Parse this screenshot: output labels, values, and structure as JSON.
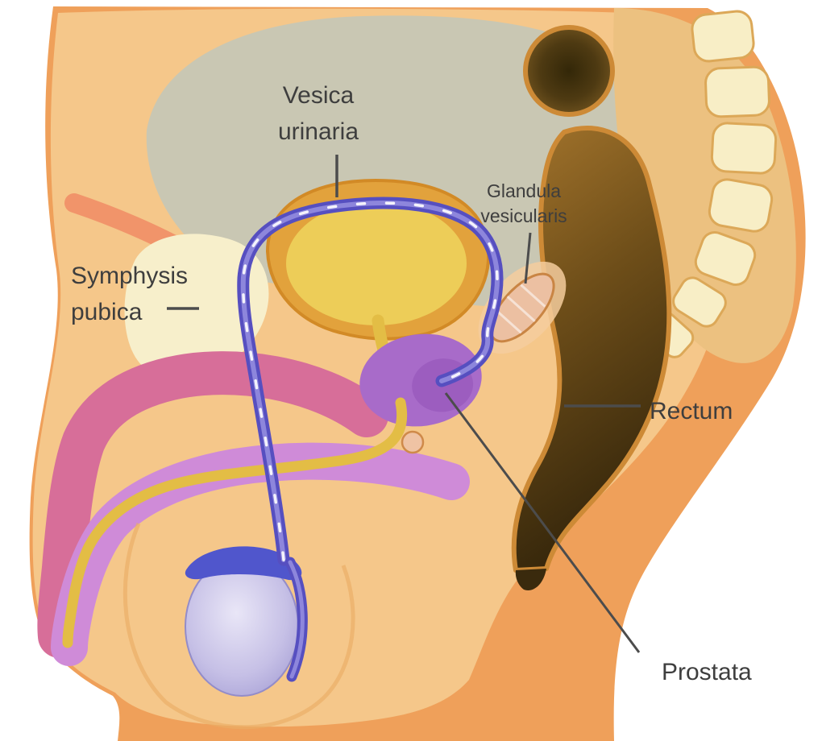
{
  "diagram": {
    "labels": {
      "vesica_urinaria": {
        "line1": "Vesica",
        "line2": "urinaria"
      },
      "glandula_vesicularis": {
        "line1": "Glandula",
        "line2": "vesicularis"
      },
      "symphysis_pubica": {
        "line1": "Symphysis",
        "line2": "pubica"
      },
      "rectum": "Rectum",
      "prostata": "Prostata"
    },
    "colors": {
      "background": "#ffffff",
      "skin": "#f5c78a",
      "skin_dark": "#efa05a",
      "cavity_gray": "#c9c7b3",
      "muscle_salmon": "#f18e66",
      "spine_tan": "#ecc180",
      "bone_cream": "#f8eec6",
      "bone_outline": "#dca858",
      "sigmoid_dark": "#4e3a12",
      "rectum_wall_outline": "#cd8a36",
      "rectum_interior": "#6e4e19",
      "bladder_wall": "#e2a23c",
      "bladder_lumen": "#edcd58",
      "urethra_yellow": "#e3bd45",
      "prostate_purple": "#a86bc9",
      "seminal_vesicle": "#ecc0a2",
      "symphysis_cream": "#f7efcb",
      "corpus_cavernosum": "#d76e99",
      "corpus_spongiosum": "#cf8bd8",
      "testis_lavender": "#c6c0e6",
      "epididymis_blue": "#5056cc",
      "vas_deferens": "#564fc0",
      "vas_highlight": "#8d86dc",
      "label_text": "#3e3e3e",
      "leader_line": "#4c4c4c"
    }
  }
}
